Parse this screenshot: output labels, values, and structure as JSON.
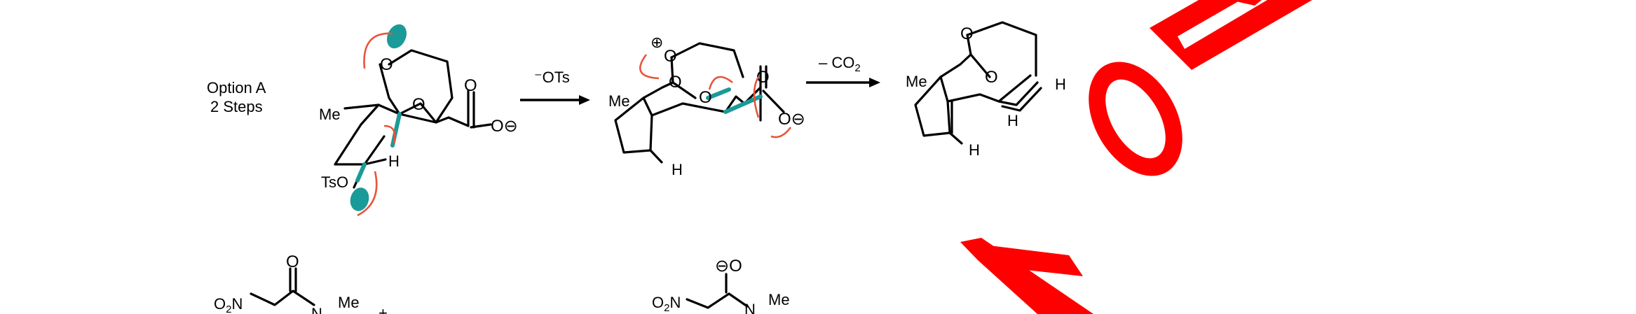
{
  "option": {
    "title": "Option A",
    "steps": "2 Steps"
  },
  "step1": {
    "reagent": "⁻OTs"
  },
  "step2": {
    "reagent_prefix": "– CO",
    "reagent_sub": "2"
  },
  "atoms": {
    "O": "O",
    "Me": "Me",
    "H": "H",
    "TsO": "TsO",
    "O_minus": "O⊖",
    "O_plus": "⊕",
    "minus": "⊖",
    "N": "N",
    "NO2_prefix": "O",
    "NO2_sub": "2",
    "NO2_suffix": "N",
    "plus": "+"
  },
  "colors": {
    "lone_pair": "#1a9a98",
    "arrows": "#e8543a",
    "watermark": "#ff0000"
  }
}
